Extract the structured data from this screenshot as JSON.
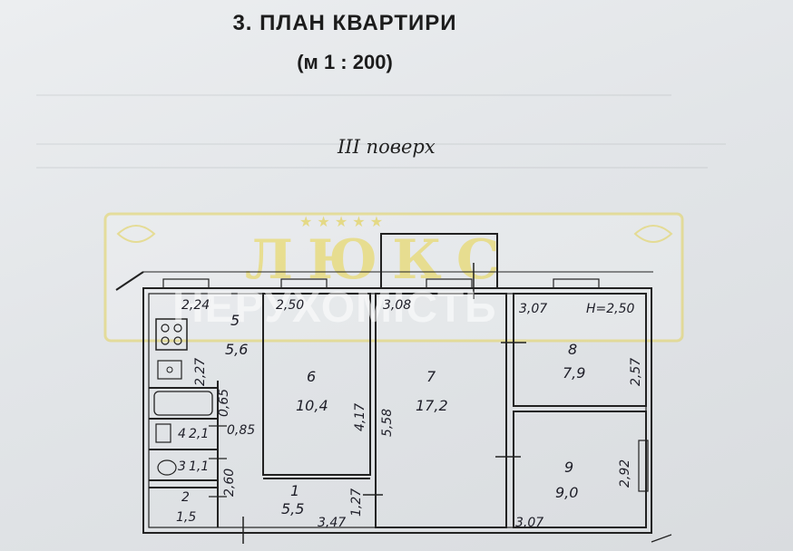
{
  "document": {
    "title": "3. ПЛАН КВАРТИРИ",
    "scale": "(м 1 : 200)",
    "floor_label": "III поверх"
  },
  "watermark": {
    "brand": "ЛЮКС",
    "subtitle": "НЕРУХОМІСТЬ"
  },
  "plan": {
    "ceiling_height": "H=2,50",
    "top_dimensions": [
      "2,24",
      "2,50",
      "3,08",
      "3,07"
    ],
    "rooms": [
      {
        "number": "5",
        "area": "5,6"
      },
      {
        "number": "6",
        "area": "10,4"
      },
      {
        "number": "7",
        "area": "17,2"
      },
      {
        "number": "8",
        "area": "7,9"
      },
      {
        "number": "9",
        "area": "9,0"
      },
      {
        "number": "1",
        "area": "5,5"
      },
      {
        "number": "2",
        "area": "1,5"
      },
      {
        "number": "3",
        "area": "1,1"
      },
      {
        "number": "4",
        "area": "2,1"
      }
    ],
    "dimensions": {
      "room5_height": "2,27",
      "passage_width": "0,85",
      "niche": "0,65",
      "room6_height": "4,17",
      "room7_height": "5,58",
      "room8_height": "2,57",
      "room9_height": "2,92",
      "hall_height": "2,60",
      "hall_door": "1,27",
      "hall_width": "3,47",
      "bottom_right": "3,07"
    }
  }
}
